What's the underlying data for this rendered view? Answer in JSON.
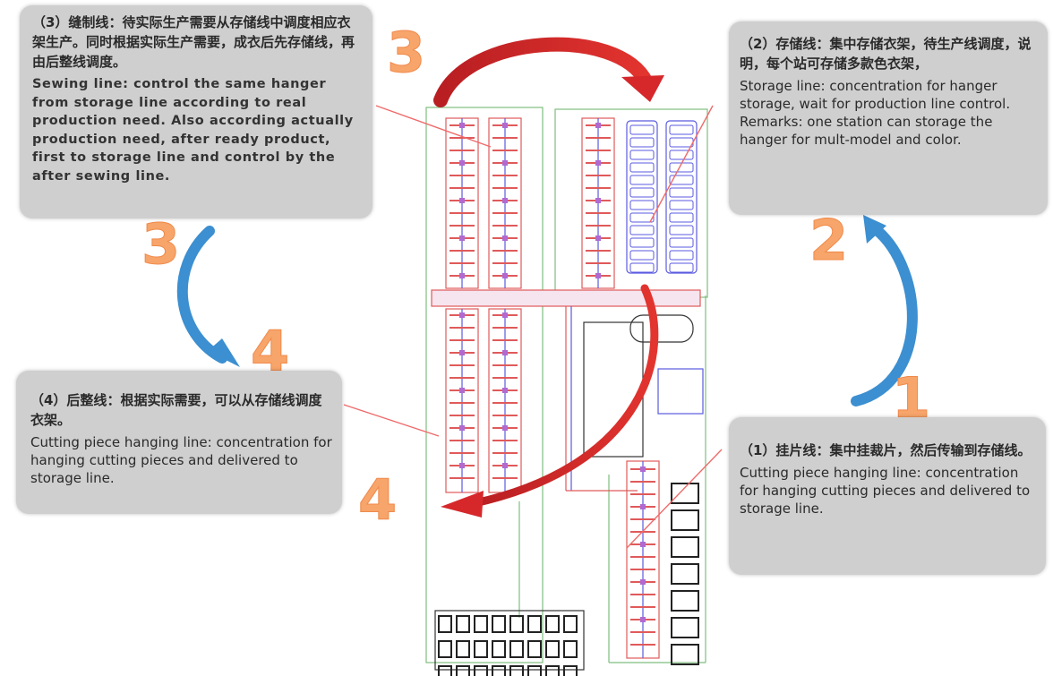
{
  "callouts": {
    "sewing": {
      "zh": "（3）缝制线：待实际生产需要从存储线中调度相应衣架生产。同时根据实际生产需要，成衣后先存储线，再由后整线调度。",
      "en": "Sewing line: control the same hanger from storage line according to real production need. Also according actually production need, after ready product, first to storage line and control by the after sewing line."
    },
    "storage": {
      "zh": "（2）存储线：集中存储衣架，待生产线调度，说明，每个站可存储多款色衣架，",
      "en": "Storage line: concentration for hanger storage, wait for production line control. Remarks: one station can storage the hanger for mult-model and color."
    },
    "finishing": {
      "zh": "（4）后整线：根据实际需要，可以从存储线调度衣架。",
      "en": "Cutting piece hanging line: concentration for hanging cutting pieces and delivered to storage line."
    },
    "hanging": {
      "zh": "（1）挂片线：集中挂裁片，然后传输到存储线。",
      "en": "Cutting piece hanging line: concentration for hanging cutting pieces and delivered to storage line."
    }
  },
  "step_numbers": [
    "1",
    "2",
    "3",
    "3",
    "4",
    "4"
  ],
  "colors": {
    "callout_bg": "#cfcfcf",
    "number_orange": "#f7a56a",
    "red_arrow": "#d6282b",
    "blue_arrow": "#3c8fd0",
    "line_green": "#7fbf7f",
    "line_red": "#e05a5a",
    "line_blue": "#5a5ae0",
    "station_purple": "#b06ad0"
  }
}
